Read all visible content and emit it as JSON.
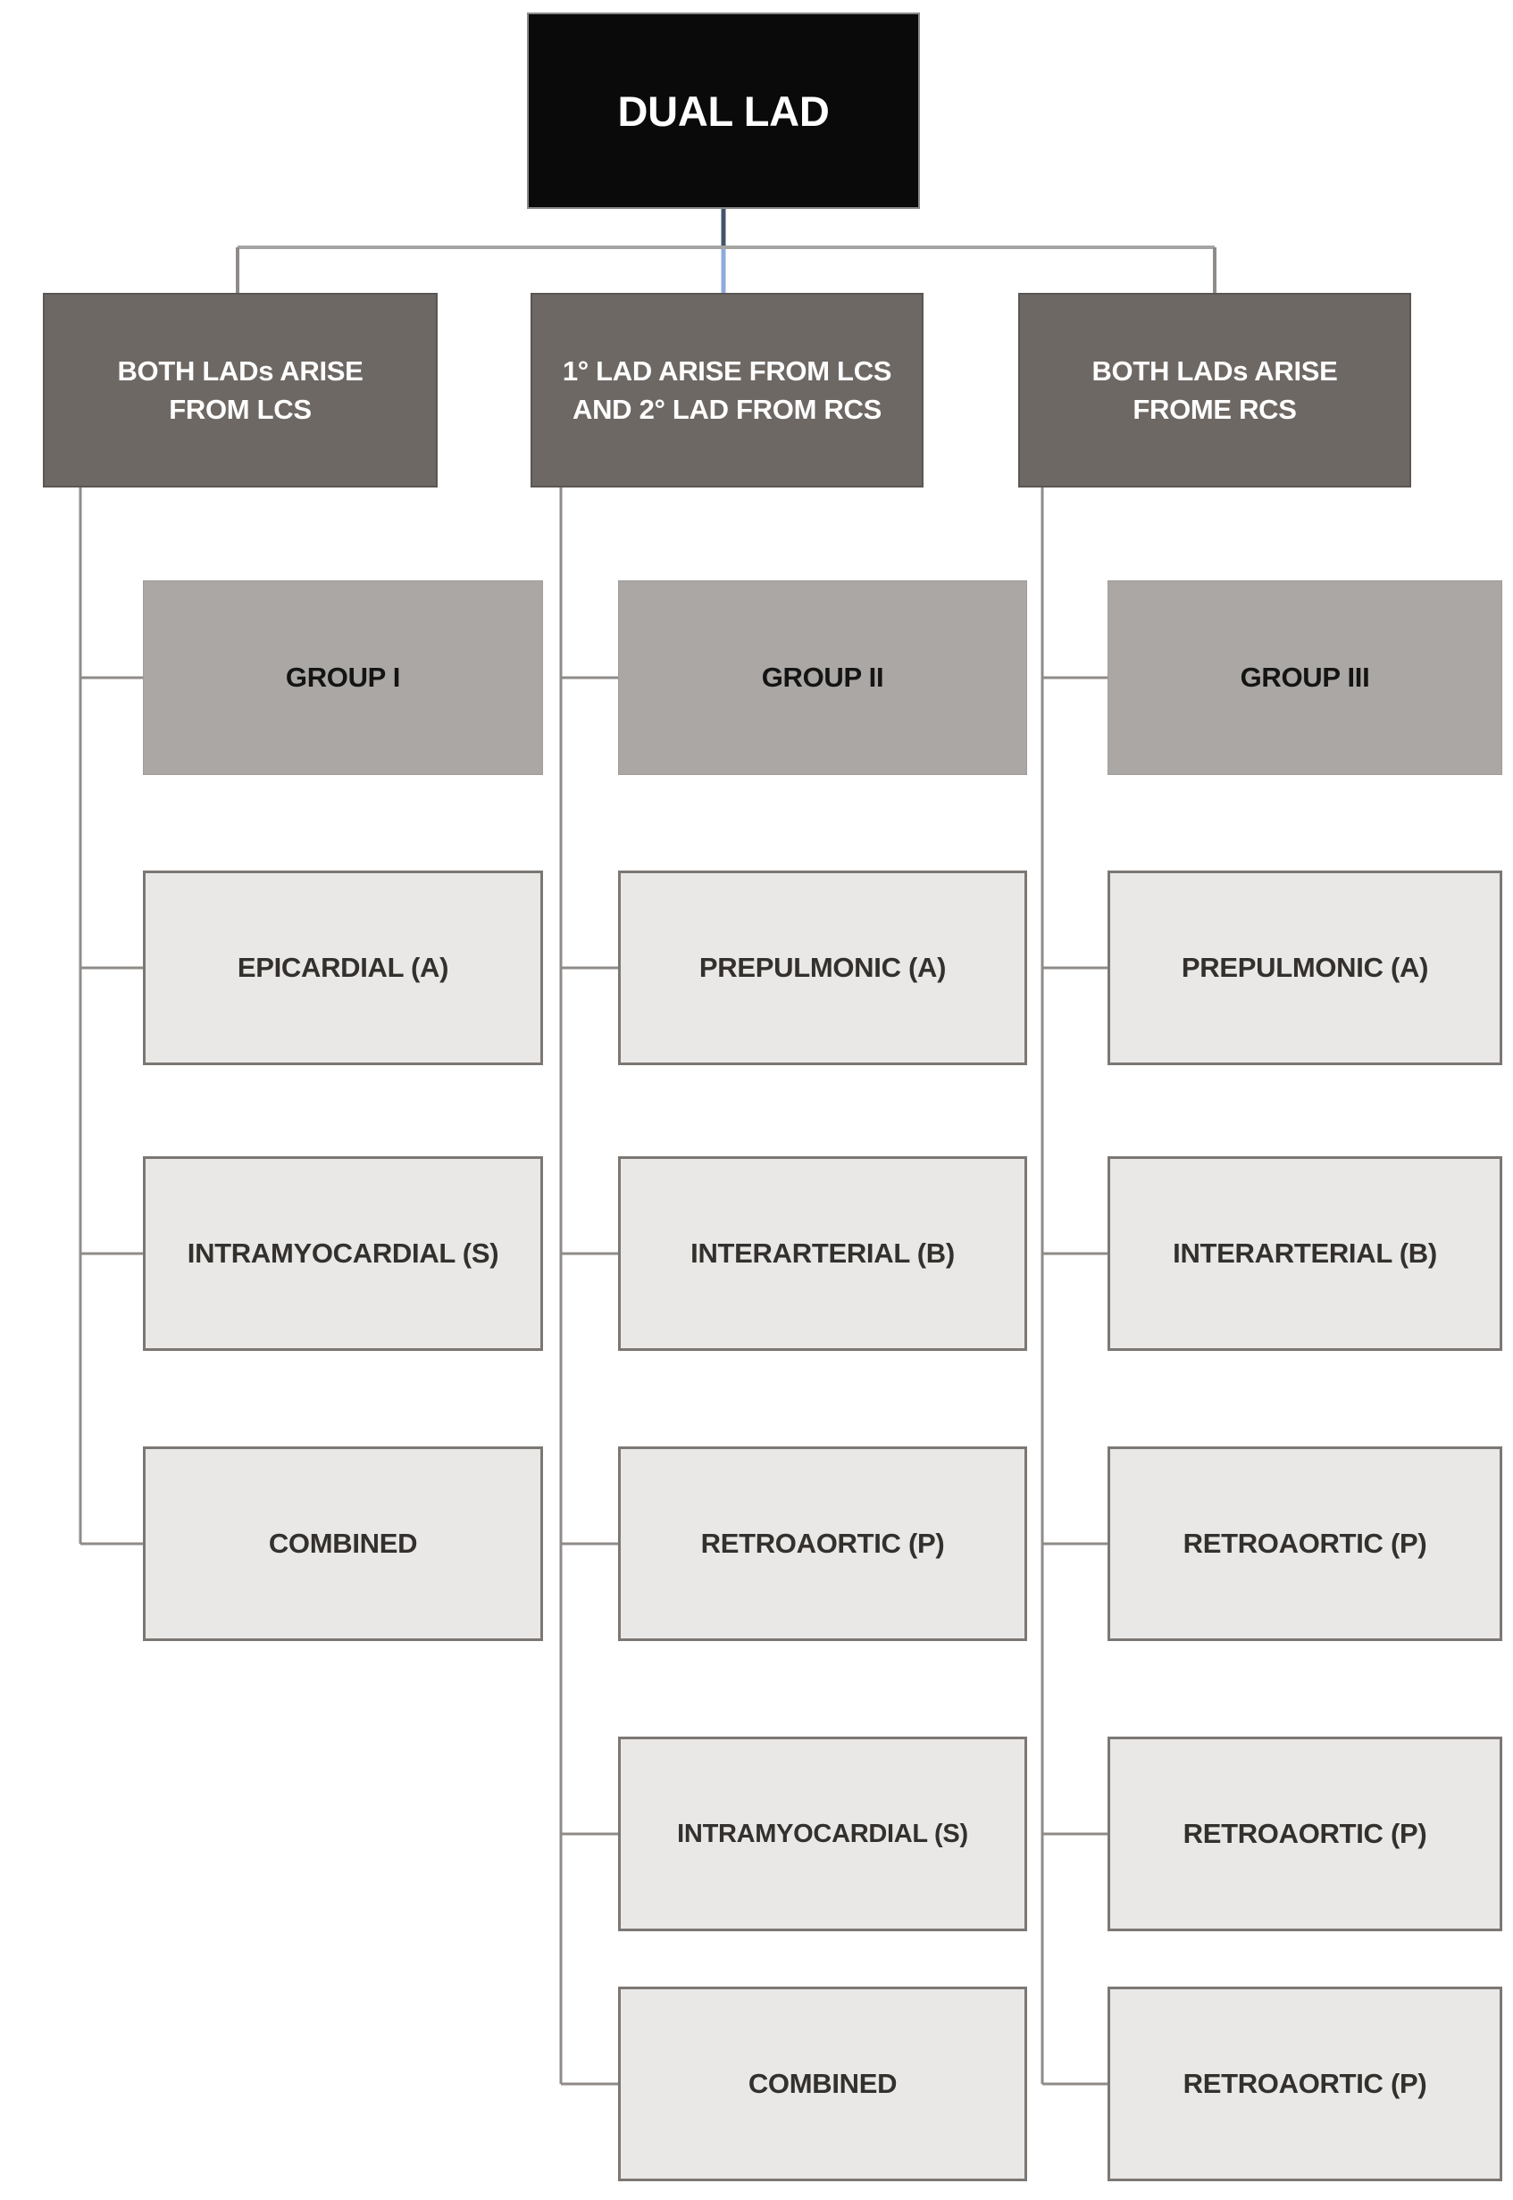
{
  "diagram": {
    "root_label": "DUAL LAD",
    "columns": [
      {
        "header_lines": [
          "BOTH LADs ARISE",
          "FROM LCS"
        ],
        "group_label": "GROUP I",
        "children": [
          "EPICARDIAL (A)",
          "INTRAMYOCARDIAL (S)",
          "COMBINED"
        ]
      },
      {
        "header_lines": [
          "1° LAD ARISE FROM LCS",
          "AND 2° LAD FROM RCS"
        ],
        "group_label": "GROUP II",
        "children": [
          "PREPULMONIC (A)",
          "INTERARTERIAL (B)",
          "RETROAORTIC (P)",
          "INTRAMYOCARDIAL (S)",
          "COMBINED"
        ]
      },
      {
        "header_lines": [
          "BOTH LADs ARISE",
          "FROME RCS"
        ],
        "group_label": "GROUP III",
        "children": [
          "PREPULMONIC (A)",
          "INTERARTERIAL (B)",
          "RETROAORTIC (P)",
          "RETROAORTIC (P)",
          "RETROAORTIC (P)"
        ]
      }
    ],
    "colors": {
      "root_fill": "#0a0a0a",
      "root_text": "#ffffff",
      "header_fill": "#6e6864",
      "header_text": "#ffffff",
      "group_fill": "#aba7a4",
      "group_text": "#141414",
      "leaf_fill": "#e9e8e6",
      "leaf_border": "#7c7773",
      "leaf_text": "#33302d",
      "connector_gray": "#8f8b88",
      "bus_gray": "#a7a5a3",
      "stem_dark_blue": "#44546a",
      "stem_light_blue": "#8faadc"
    }
  }
}
